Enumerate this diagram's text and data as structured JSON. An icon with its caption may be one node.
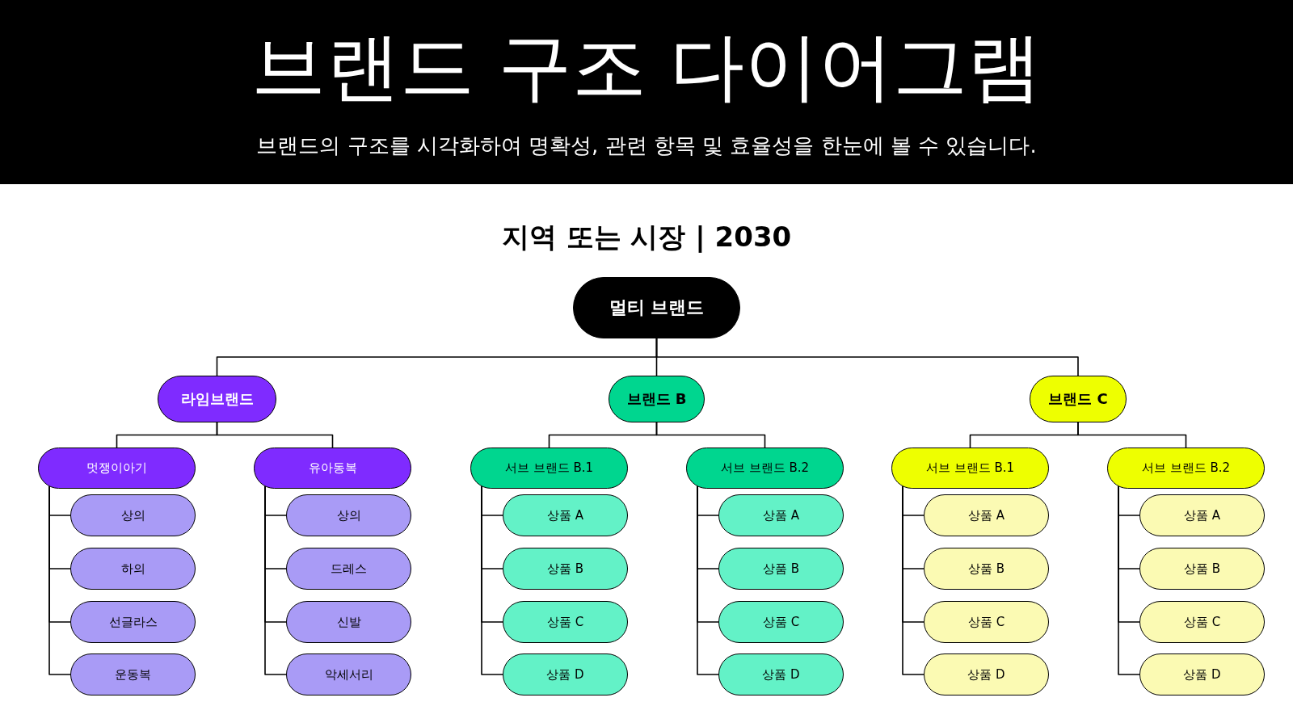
{
  "diagram": {
    "title": "브랜드 구조 다이어그램",
    "nodes": [
      {
        "text": [
          "멀티 브랜드"
        ]
      },
      {
        "text": [
          "라임브랜드"
        ]
      },
      {
        "text": [
          "브랜드 B"
        ]
      },
      {
        "text": [
          "브랜드 C"
        ]
      },
      {
        "text": [
          "멋쟁이아기"
        ]
      },
      {
        "text": [
          "상의"
        ]
      },
      {
        "text": [
          "하의"
        ]
      },
      {
        "text": [
          "선글라스"
        ]
      },
      {
        "text": [
          "운동복"
        ]
      },
      {
        "text": [
          "유아동복"
        ]
      },
      {
        "text": [
          "상의"
        ]
      },
      {
        "text": [
          "드레스"
        ]
      },
      {
        "text": [
          "신발"
        ]
      },
      {
        "text": [
          "악세서리"
        ]
      },
      {
        "text": [
          "서브 브랜드 B.1"
        ]
      },
      {
        "text": [
          "상품 A"
        ]
      },
      {
        "text": [
          "상품 B"
        ]
      },
      {
        "text": [
          "상품 C"
        ]
      },
      {
        "text": [
          "상품 D"
        ]
      },
      {
        "text": [
          "서브 브랜드 B.2"
        ]
      },
      {
        "text": [
          "상품 A"
        ]
      },
      {
        "text": [
          "상품 B"
        ]
      },
      {
        "text": [
          "상품 C"
        ]
      },
      {
        "text": [
          "상품 D"
        ]
      },
      {
        "text": [
          "서브 브랜드 B.1"
        ]
      },
      {
        "text": [
          "상품 A"
        ]
      },
      {
        "text": [
          "상품 B"
        ]
      },
      {
        "text": [
          "상품 C"
        ]
      },
      {
        "text": [
          "상품 D"
        ]
      },
      {
        "text": [
          "서브 브랜드 B.2"
        ]
      },
      {
        "text": [
          "상품 A"
        ]
      },
      {
        "text": [
          "상품 B"
        ]
      },
      {
        "text": [
          "상품 C"
        ]
      },
      {
        "text": [
          "상품 D"
        ]
      }
    ],
    "edges": [
      {
        "from": 0,
        "to": 1,
        "arrow": "none"
      },
      {
        "from": 0,
        "to": 2,
        "arrow": "none"
      },
      {
        "from": 0,
        "to": 3,
        "arrow": "none"
      },
      {
        "from": 1,
        "to": 4,
        "arrow": "none"
      },
      {
        "from": 1,
        "to": 9,
        "arrow": "none"
      },
      {
        "from": 2,
        "to": 14,
        "arrow": "none"
      },
      {
        "from": 2,
        "to": 19,
        "arrow": "none"
      },
      {
        "from": 3,
        "to": 24,
        "arrow": "none"
      },
      {
        "from": 3,
        "to": 29,
        "arrow": "none"
      },
      {
        "from": 4,
        "to": 5,
        "arrow": "none"
      },
      {
        "from": 4,
        "to": 6,
        "arrow": "none"
      },
      {
        "from": 4,
        "to": 7,
        "arrow": "none"
      },
      {
        "from": 4,
        "to": 8,
        "arrow": "none"
      },
      {
        "from": 9,
        "to": 10,
        "arrow": "none"
      },
      {
        "from": 9,
        "to": 11,
        "arrow": "none"
      },
      {
        "from": 9,
        "to": 12,
        "arrow": "none"
      },
      {
        "from": 9,
        "to": 13,
        "arrow": "none"
      },
      {
        "from": 14,
        "to": 15,
        "arrow": "none"
      },
      {
        "from": 14,
        "to": 16,
        "arrow": "none"
      },
      {
        "from": 14,
        "to": 17,
        "arrow": "none"
      },
      {
        "from": 14,
        "to": 18,
        "arrow": "none"
      },
      {
        "from": 19,
        "to": 20,
        "arrow": "none"
      },
      {
        "from": 19,
        "to": 21,
        "arrow": "none"
      },
      {
        "from": 19,
        "to": 22,
        "arrow": "none"
      },
      {
        "from": 19,
        "to": 23,
        "arrow": "none"
      },
      {
        "from": 24,
        "to": 25,
        "arrow": "none"
      },
      {
        "from": 24,
        "to": 26,
        "arrow": "none"
      },
      {
        "from": 24,
        "to": 27,
        "arrow": "none"
      },
      {
        "from": 24,
        "to": 28,
        "arrow": "none"
      },
      {
        "from": 29,
        "to": 30,
        "arrow": "none"
      },
      {
        "from": 29,
        "to": 31,
        "arrow": "none"
      },
      {
        "from": 29,
        "to": 32,
        "arrow": "none"
      },
      {
        "from": 29,
        "to": 33,
        "arrow": "none"
      }
    ],
    "labels": [
      "브랜드의 구조를 시각화하여 명확성, 관련 항목 및 효율성을 한눈에 볼 수 있습니다.",
      "지역 또는 시장 | 2030"
    ]
  }
}
